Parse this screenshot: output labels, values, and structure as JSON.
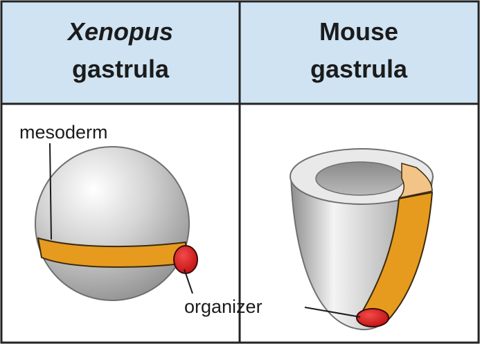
{
  "columns": [
    {
      "title_line1": "Xenopus",
      "title_line2": "gastrula"
    },
    {
      "title_line1": "Mouse",
      "title_line2": "gastrula"
    }
  ],
  "labels": {
    "mesoderm": "mesoderm",
    "organizer": "organizer"
  },
  "colors": {
    "header_bg": "#cfe3f2",
    "border": "#222222",
    "embryo_gray": "#c9c9c9",
    "mesoderm": "#e69b1f",
    "mesoderm_light": "#f3c487",
    "organizer": "#d81f1f"
  }
}
